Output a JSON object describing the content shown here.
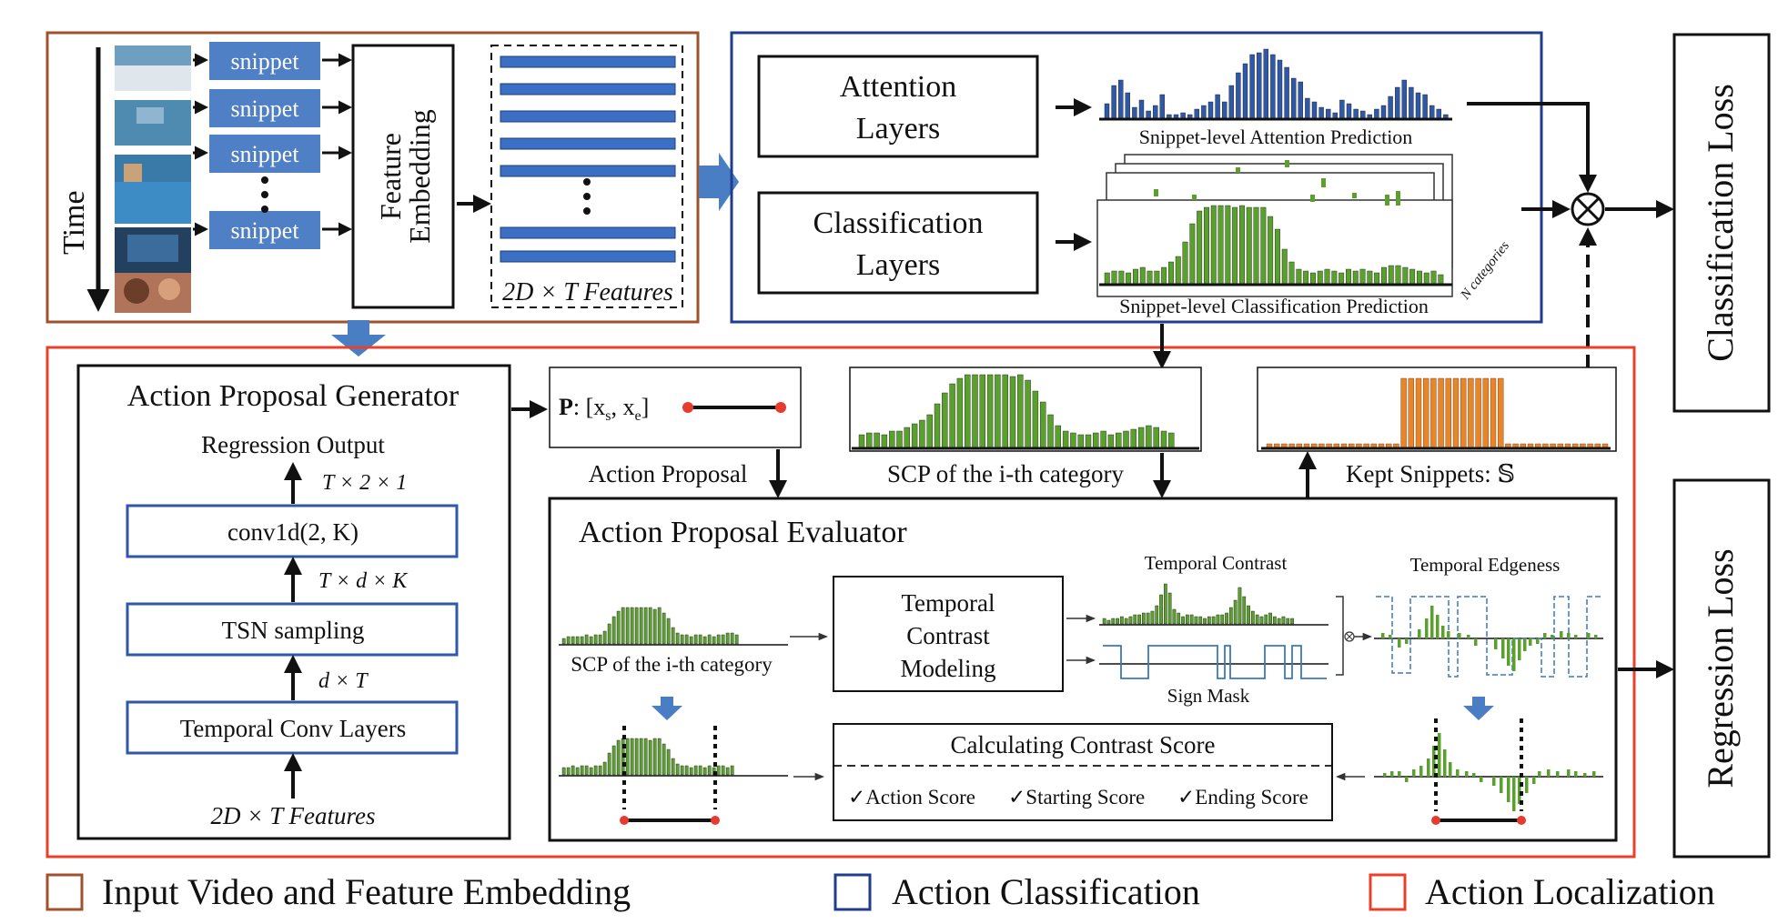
{
  "colors": {
    "input_section": "#a0522d",
    "classification_section": "#1f3d8a",
    "localization_section": "#e8402a",
    "snippet_box": "#4f7fc4",
    "feature_bar": "#3a6fc4",
    "attention_bar": "#2f58a6",
    "classification_bar": "#5aa02c",
    "kept_bar": "#e8852b",
    "signmask": "#3a78c0",
    "endpoint": "#e63b2e"
  },
  "input": {
    "time_label": "Time",
    "snippet_label": "snippet",
    "feature_embedding": [
      "Feature",
      "Embedding"
    ],
    "features_label": "2D × T Features"
  },
  "classification": {
    "attention_layers": [
      "Attention",
      "Layers"
    ],
    "classification_layers": [
      "Classification",
      "Layers"
    ],
    "attention_caption": "Snippet-level  Attention  Prediction",
    "classification_caption": "Snippet-level  Classification  Prediction",
    "n_categories": "N categories"
  },
  "losses": {
    "classification_loss": "Classification Loss",
    "regression_loss": "Regression Loss"
  },
  "generator": {
    "title": "Action Proposal Generator",
    "regression_output": "Regression Output",
    "dim_top": "T × 2 × 1",
    "conv1d": "conv1d(2, K)",
    "dim_mid": "T × d × K",
    "tsn": "TSN sampling",
    "dim_low": "d × T",
    "temporal_conv": "Temporal Conv Layers",
    "features": "2D × T Features"
  },
  "proposal": {
    "formula_bold": "P",
    "formula_rest": ": [x",
    "sub_s": "s",
    "comma": ", x",
    "sub_e": "e",
    "close": "]",
    "label": "Action Proposal"
  },
  "scp": {
    "label": "SCP of the i-th category"
  },
  "kept": {
    "label": "Kept Snippets: 𝕊"
  },
  "evaluator": {
    "title": "Action Proposal Evaluator",
    "scp_label": "SCP of the i-th category",
    "tcm": [
      "Temporal",
      "Contrast",
      "Modeling"
    ],
    "temporal_contrast": "Temporal Contrast",
    "temporal_edgeness": "Temporal Edgeness",
    "sign_mask": "Sign Mask",
    "contrast_title": "Calculating Contrast Score",
    "action_score": "✓Action Score",
    "starting_score": "✓Starting Score",
    "ending_score": "✓Ending Score"
  },
  "legend": {
    "input": "Input Video and Feature Embedding",
    "classification": "Action Classification",
    "localization": "Action Localization"
  }
}
